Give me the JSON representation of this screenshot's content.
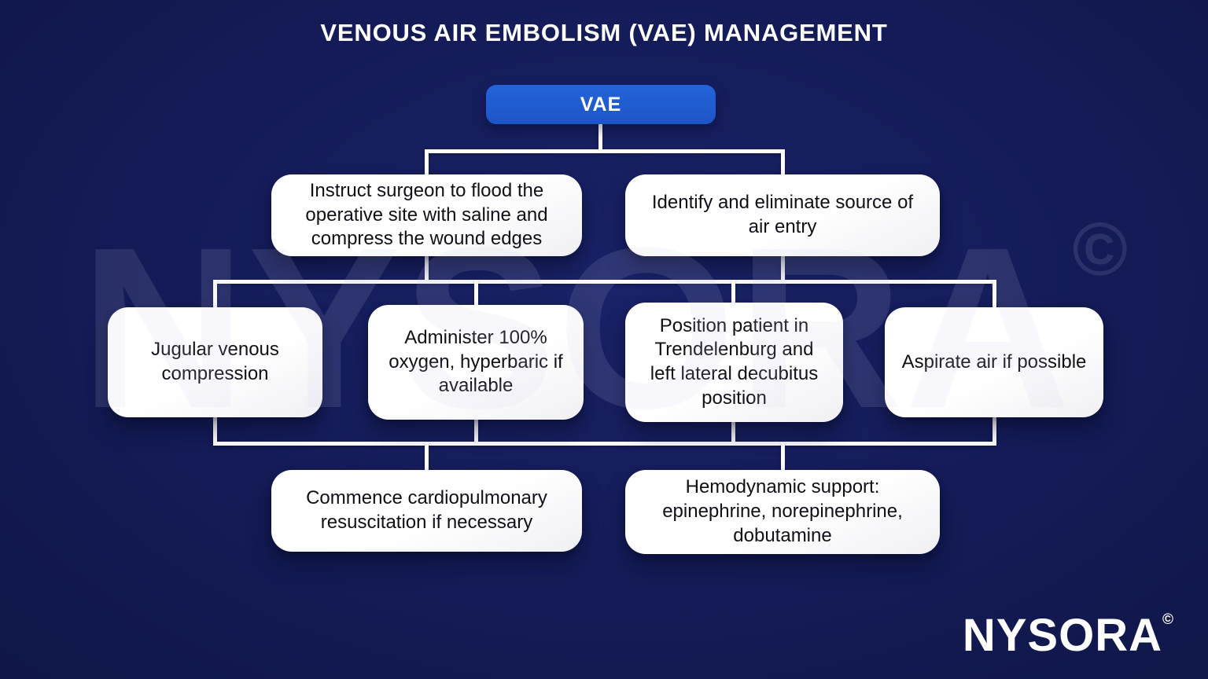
{
  "title": "VENOUS AIR EMBOLISM (VAE) MANAGEMENT",
  "watermark": {
    "text": "NYSORA",
    "copyright": "©"
  },
  "brand": {
    "name": "NYSORA",
    "copyright": "©"
  },
  "colors": {
    "background": "#141b57",
    "accent_blue": "#2058cf",
    "box_background": "#ffffff",
    "box_text": "#101018",
    "connector": "#ffffff",
    "title_text": "#ffffff"
  },
  "flowchart": {
    "root": {
      "label": "VAE"
    },
    "level1": [
      {
        "label": "Instruct surgeon to flood the operative site with saline and compress the wound edges"
      },
      {
        "label": "Identify and eliminate source of air entry"
      }
    ],
    "level2": [
      {
        "label": "Jugular venous compression"
      },
      {
        "label": "Administer 100% oxygen, hyperbaric if available"
      },
      {
        "label": "Position patient in Trendelenburg and left lateral decubitus position"
      },
      {
        "label": "Aspirate air if possible"
      }
    ],
    "level3": [
      {
        "label": "Commence cardiopulmonary resuscitation if necessary"
      },
      {
        "label": "Hemodynamic support: epinephrine, norepinephrine, dobutamine"
      }
    ]
  }
}
